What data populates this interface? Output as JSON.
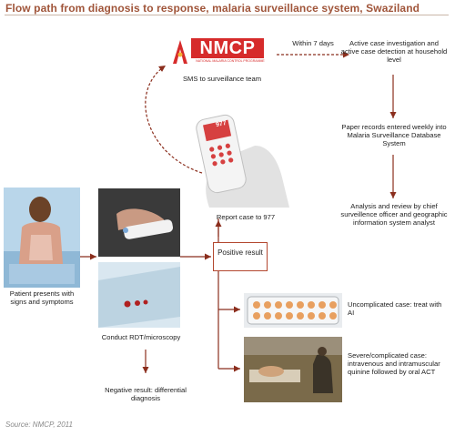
{
  "title": "Flow path from diagnosis to response, malaria surveillance system, Swaziland",
  "logo_text": "NMCP",
  "logo_subtext": "NATIONAL MALARIA CONTROL PROGRAMME",
  "phone_screen": "977",
  "nodes": {
    "sms": "SMS to surveillance team",
    "within": "Within 7 days",
    "active": "Active case investigation and active case detection at household level",
    "paper": "Paper records entered weekly into Malaria Surveillance Database System",
    "analysis": "Analysis and review by chief surveillence officer and geographic information system analyst",
    "report": "Report case to 977",
    "patient": "Patient presents with signs and symptoms",
    "positive": "Positive result",
    "conduct": "Conduct RDT/microscopy",
    "uncomplicated": "Uncomplicated case: treat with AI",
    "severe": "Severe/complicated case: intravenous and intramuscular quinine followed by oral ACT",
    "negative": "Negative result: differential diagnosis"
  },
  "source": "Source: NMCP, 2011",
  "colors": {
    "title": "#a0553a",
    "arrow": "#8b2e1d",
    "box_border": "#b3472f",
    "logo_red": "#d62b2b"
  }
}
